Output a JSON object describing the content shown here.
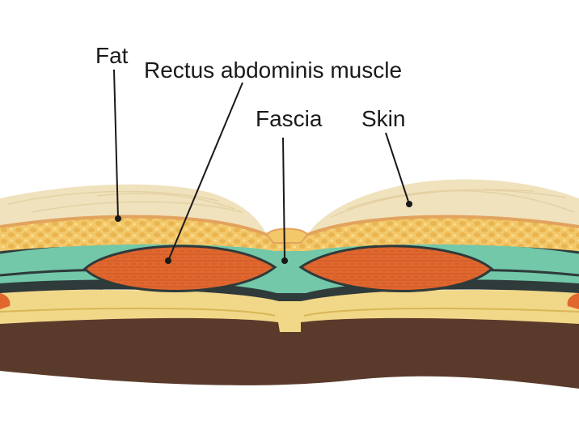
{
  "labels": {
    "fat": "Fat",
    "rectus": "Rectus abdominis muscle",
    "fascia": "Fascia",
    "skin": "Skin"
  },
  "colors": {
    "skin_surface": "#f0e2bd",
    "skin_line": "#e2a35e",
    "fat": "#f3c869",
    "fat_globule": "#e7b24d",
    "fascia": "#72c8a8",
    "muscle": "#e0672e",
    "muscle_fiber": "#c95522",
    "dark_band": "#2f3a3a",
    "lower_fat": "#f1d788",
    "deep_layer": "#5a3b2b"
  }
}
